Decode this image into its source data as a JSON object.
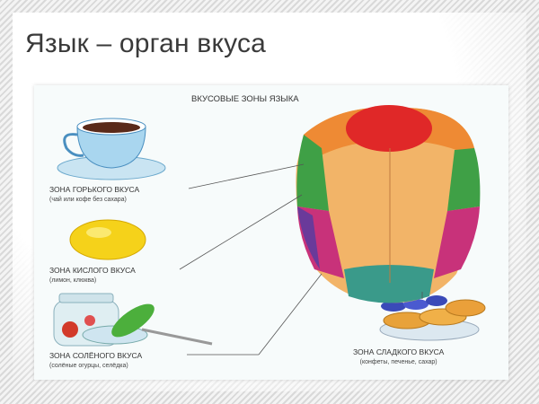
{
  "slide": {
    "title": "Язык – орган вкуса"
  },
  "figure": {
    "title": "ВКУСОВЫЕ ЗОНЫ ЯЗЫКА",
    "zones": [
      {
        "label": "ЗОНА ГОРЬКОГО ВКУСА",
        "examples": "(чай или кофе без сахара)",
        "color": "#3fa046"
      },
      {
        "label": "ЗОНА КИСЛОГО ВКУСА",
        "examples": "(лимон, клюква)",
        "color": "#c8327a"
      },
      {
        "label": "ЗОНА СОЛЁНОГО ВКУСА",
        "examples": "(солёные огурцы, селёдка)",
        "color": "#6a3a9a"
      },
      {
        "label": "ЗОНА СЛАДКОГО ВКУСА",
        "examples": "(конфеты, печенье, сахар)",
        "color": "#e23a2a"
      }
    ]
  }
}
